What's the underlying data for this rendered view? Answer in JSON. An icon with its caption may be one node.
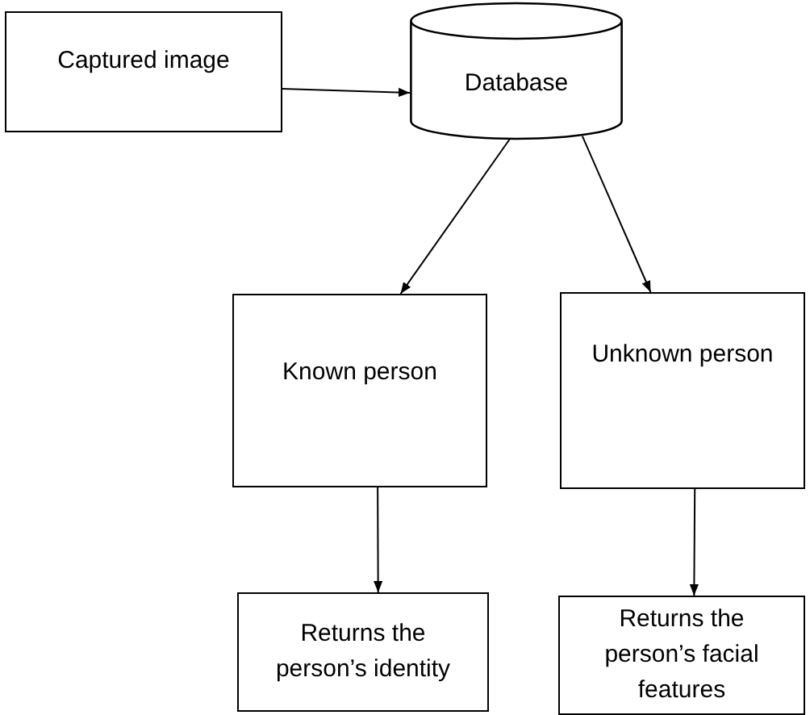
{
  "diagram": {
    "nodes": [
      {
        "text": [
          "Captured image"
        ]
      },
      {
        "text": [
          "Database"
        ]
      },
      {
        "text": [
          "Known person"
        ]
      },
      {
        "text": [
          "Unknown person"
        ]
      },
      {
        "text": [
          "Returns the person’s identity"
        ]
      },
      {
        "text": [
          "Returns the person’s facial features"
        ]
      }
    ],
    "edges": [
      {
        "from": 0,
        "to": 1,
        "arrow": "to"
      },
      {
        "from": 1,
        "to": 2,
        "arrow": "to"
      },
      {
        "from": 1,
        "to": 3,
        "arrow": "to"
      },
      {
        "from": 2,
        "to": 4,
        "arrow": "to"
      },
      {
        "from": 3,
        "to": 5,
        "arrow": "to"
      }
    ]
  }
}
